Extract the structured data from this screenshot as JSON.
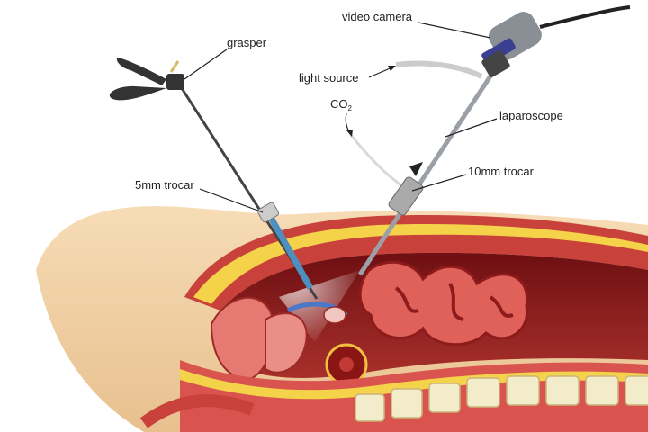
{
  "labels": {
    "video_camera": "video camera",
    "light_source": "light source",
    "co2_main": "CO",
    "co2_sub": "2",
    "laparoscope": "laparoscope",
    "grasper": "grasper",
    "trocar_5mm": "5mm trocar",
    "trocar_10mm": "10mm trocar"
  },
  "colors": {
    "skin": "#f2d3a8",
    "cavity": "#8e1b1b",
    "tissue": "#d9544f",
    "fat": "#f4d24a",
    "bone": "#f3eccb",
    "steel": "#9aa0a6",
    "trocar_blue": "#4d8fbf"
  }
}
